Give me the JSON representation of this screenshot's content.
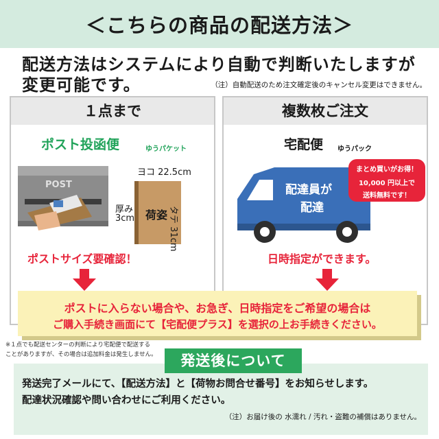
{
  "header": {
    "title": "＜こちらの商品の配送方法＞"
  },
  "lead": {
    "line1": "配送方法はシステムにより自動で判断いたしますが",
    "line2": "変更可能です。"
  },
  "note_top": "（注）自動配送のため注文確定後のキャンセル変更はできません。",
  "left_panel": {
    "heading": "１点まで",
    "method": "ポスト投函便",
    "method_sub": "ゆうパケット",
    "mailbox_label": "POST",
    "dim_yoko": "ヨコ 22.5cm",
    "dim_tate": "タテ 31cm",
    "dim_atsumi": "厚み",
    "dim_atsumi_val": "3cm",
    "parcel_label": "荷姿",
    "warning": "ポストサイズ要確認！"
  },
  "right_panel": {
    "heading": "複数枚ご注文",
    "method": "宅配便",
    "method_sub": "ゆうパック",
    "truck_text1": "配達員が",
    "truck_text2": "配達",
    "promo_line1": "まとめ買いがお得！",
    "promo_line2": "10,000 円以上で",
    "promo_line3": "送料無料です！",
    "feature": "日時指定ができます。"
  },
  "banner": {
    "line1": "ポストに入らない場合や、お急ぎ、日時指定をご希望の場合は",
    "line2": "ご購入手続き画面にて【宅配便プラス】を選択の上お手続きください。"
  },
  "footnote": {
    "line1": "※１点でも配送センターの判断により宅配便で配送する",
    "line2": "ことがありますが、その場合は追加料金は発生しません。"
  },
  "after": {
    "tag": "発送後について",
    "line1": "発送完了メールにて、【配送方法】と【荷物お問合せ番号】をお知らせします。",
    "line2": "配達状況確認や問い合わせにご利用ください。",
    "note": "（注）お届け後の 水濡れ / 汚れ・盗難の補償はありません。"
  },
  "colors": {
    "green": "#21a35a",
    "red": "#e7243a",
    "truck_blue": "#3a6fb8",
    "header_bg": "#d4ebdf"
  }
}
